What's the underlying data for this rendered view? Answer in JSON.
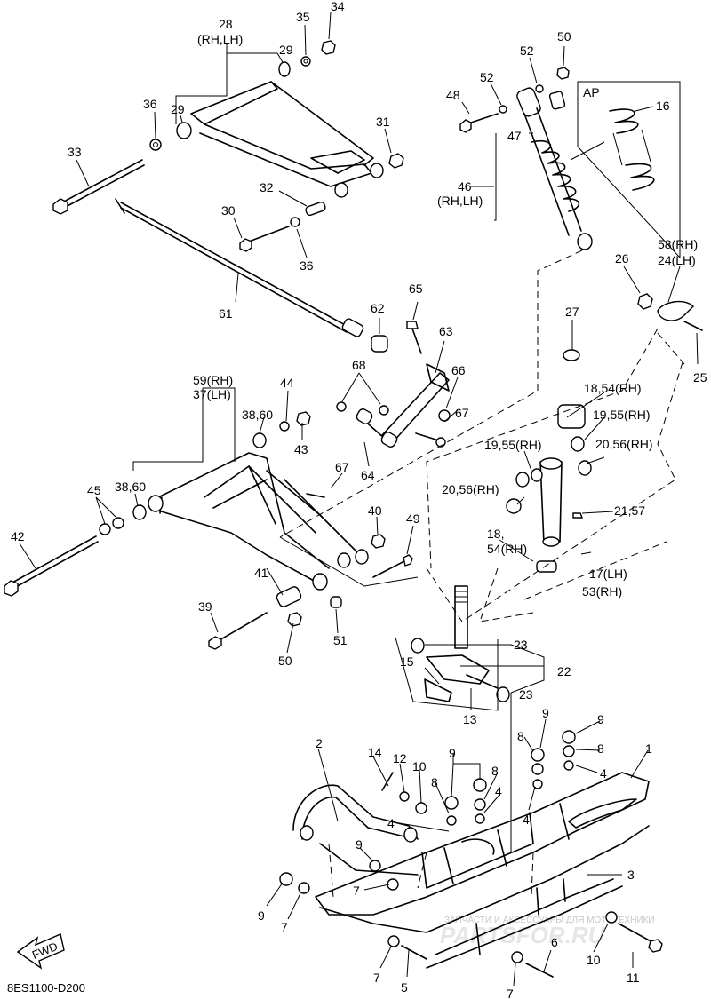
{
  "diagram_code": "8ES1100-D200",
  "fwd_label": "FWD",
  "ap_label": "AP",
  "watermark": {
    "line1": "ЗАПЧАСТИ И АКСЕССУАРЫ ДЛЯ МОТОТЕХНИКИ",
    "line2": "PARTSFOR.RU"
  },
  "callouts": {
    "c28": "28",
    "c28_side": "(RH,LH)",
    "c35": "35",
    "c34": "34",
    "c29a": "29",
    "c29b": "29",
    "c36a": "36",
    "c33": "33",
    "c31": "31",
    "c32": "32",
    "c30": "30",
    "c36b": "36",
    "c61": "61",
    "c50a": "50",
    "c52a": "52",
    "c52b": "52",
    "c48": "48",
    "c47": "47",
    "c16": "16",
    "c46": "46",
    "c46_side": "(RH,LH)",
    "c58": "58(RH)",
    "c24": "24(LH)",
    "c26": "26",
    "c25": "25",
    "c65": "65",
    "c62": "62",
    "c63": "63",
    "c27": "27",
    "c68": "68",
    "c66": "66",
    "c67a": "67",
    "c18a": "18,54(RH)",
    "c19a": "19,55(RH)",
    "c59": "59(RH)",
    "c37": "37(LH)",
    "c44": "44",
    "c38a": "38,60",
    "c43": "43",
    "c64": "64",
    "c19b": "19,55(RH)",
    "c20a": "20,56(RH)",
    "c67b": "67",
    "c45": "45",
    "c38b": "38,60",
    "c20b": "20,56(RH)",
    "c21": "21,57",
    "c40": "40",
    "c49": "49",
    "c42": "42",
    "c18b": "18,",
    "c54b": "54(RH)",
    "c17": "17(LH)",
    "c53": "53(RH)",
    "c41": "41",
    "c39": "39",
    "c51": "51",
    "c50b": "50",
    "c23a": "23",
    "c22": "22",
    "c15": "15",
    "c23b": "23",
    "c13": "13",
    "c9a": "9",
    "c9b": "9",
    "c8a": "8",
    "c8b": "8",
    "c4a": "4",
    "c1": "1",
    "c2": "2",
    "c14": "14",
    "c12": "12",
    "c10a": "10",
    "c9c": "9",
    "c8c": "8",
    "c8d": "8",
    "c4b": "4",
    "c4c": "4",
    "c4d": "4",
    "c9d": "9",
    "c7a": "7",
    "c3": "3",
    "c9e": "9",
    "c7b": "7",
    "c7c": "7",
    "c6": "6",
    "c10b": "10",
    "c5": "5",
    "c7d": "7",
    "c11": "11"
  }
}
